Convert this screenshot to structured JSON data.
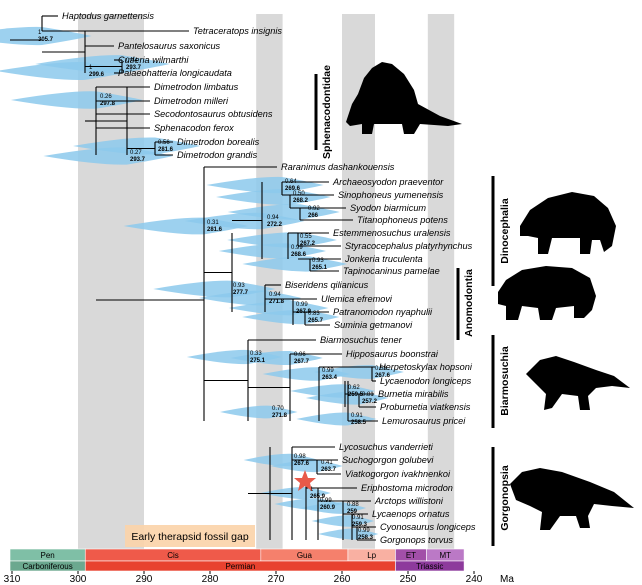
{
  "axis": {
    "unit": "Ma",
    "ticks": [
      310,
      300,
      290,
      280,
      270,
      260,
      250,
      240
    ]
  },
  "timescale": {
    "epochs": [
      {
        "label": "Pen",
        "from": 312,
        "to": 298.9,
        "color": "#7fbfa6"
      },
      {
        "label": "Cis",
        "from": 298.9,
        "to": 272.3,
        "color": "#ef5a4a"
      },
      {
        "label": "Gua",
        "from": 272.3,
        "to": 259.1,
        "color": "#f5806c"
      },
      {
        "label": "Lp",
        "from": 259.1,
        "to": 251.9,
        "color": "#f9b0a2"
      },
      {
        "label": "ET",
        "from": 251.9,
        "to": 247.2,
        "color": "#a24fa8"
      },
      {
        "label": "MT",
        "from": 247.2,
        "to": 241.5,
        "color": "#bb79c6"
      }
    ],
    "periods": [
      {
        "label": "Carboniferous",
        "from": 312,
        "to": 298.9,
        "color": "#6ba88f"
      },
      {
        "label": "Permian",
        "from": 298.9,
        "to": 251.9,
        "color": "#e8422f"
      },
      {
        "label": "Triassic",
        "from": 251.9,
        "to": 241.5,
        "color": "#8d3a9c"
      }
    ]
  },
  "gap_label": "Early therapsid fossil gap",
  "taxa": [
    "Haptodus garnettensis",
    "Tetraceratops insignis",
    "Pantelosaurus saxonicus",
    "Cutleria wilmarthi",
    "Palaeohatteria longicaudata",
    "Dimetrodon limbatus",
    "Dimetrodon milleri",
    "Secodontosaurus obtusidens",
    "Sphenacodon ferox",
    "Dimetrodon borealis",
    "Dimetrodon grandis",
    "Raranimus dashankouensis",
    "Archaeosyodon praeventor",
    "Sinophoneus yumenensis",
    "Syodon biarmicum",
    "Titanophoneus potens",
    "Estemmenosuchus uralensis",
    "Styracocephalus platyrhynchus",
    "Jonkeria truculenta",
    "Tapinocaninus pamelae",
    "Biseridens qilianicus",
    "Ulemica efremovi",
    "Patranomodon nyaphulii",
    "Suminia getmanovi",
    "Biarmosuchus tener",
    "Hipposaurus boonstrai",
    "Herpetoskylax hopsoni",
    "Lycaenodon longiceps",
    "Burnetia mirabilis",
    "Proburnetia viatkensis",
    "Lemurosaurus pricei",
    "Lycosuchus vanderrieti",
    "Suchogorgon golubevi",
    "Viatkogorgon ivakhnenkoi",
    "Eriphostoma microdon",
    "Arctops willistoni",
    "Lycaenops ornatus",
    "Cyonosaurus longiceps",
    "Gorgonops torvus"
  ],
  "nodes": [
    {
      "p": "1",
      "a": "305.7"
    },
    {
      "p": "1",
      "a": "299.6"
    },
    {
      "p": "0.44",
      "a": "293.7"
    },
    {
      "p": "0.26",
      "a": "297.8"
    },
    {
      "p": "0.27",
      "a": "293.7"
    },
    {
      "p": "0.56",
      "a": "281.6"
    },
    {
      "p": "0.31",
      "a": "281.6"
    },
    {
      "p": "0.93",
      "a": "277.7"
    },
    {
      "p": "0.94",
      "a": "272.2"
    },
    {
      "p": "0.64",
      "a": "269.6"
    },
    {
      "p": "0.50",
      "a": "268.2"
    },
    {
      "p": "0.92",
      "a": "266"
    },
    {
      "p": "0.55",
      "a": "267.2"
    },
    {
      "p": "0.99",
      "a": "268.6"
    },
    {
      "p": "0.93",
      "a": "265.1"
    },
    {
      "p": "0.94",
      "a": "271.8"
    },
    {
      "p": "0.99",
      "a": "267.9"
    },
    {
      "p": "0.83",
      "a": "265.7"
    },
    {
      "p": "0.33",
      "a": "275.1"
    },
    {
      "p": "0.96",
      "a": "267.7"
    },
    {
      "p": "0.53",
      "a": "267.6"
    },
    {
      "p": "0.99",
      "a": "263.4"
    },
    {
      "p": "0.62",
      "a": "259.5"
    },
    {
      "p": "0.81",
      "a": "257.2"
    },
    {
      "p": "0.91",
      "a": "258.5"
    },
    {
      "p": "0.70",
      "a": "271.8"
    },
    {
      "p": "0.98",
      "a": "267.6"
    },
    {
      "p": "0.41",
      "a": "263.7"
    },
    {
      "p": "1",
      "a": "265.9"
    },
    {
      "p": "0.99",
      "a": "260.9"
    },
    {
      "p": "0.88",
      "a": "259"
    },
    {
      "p": "0.91",
      "a": "259.3"
    },
    {
      "p": "0.99",
      "a": "258.3"
    }
  ],
  "groups": [
    "Sphenacodontidae",
    "Dinocephalia",
    "Anomodontia",
    "Biarmosuchia",
    "Gorgonopsia"
  ],
  "colors": {
    "ci": "#8cc9ec",
    "gap": "#d9d9d9",
    "star": "#e85a4a",
    "branch": "#000000"
  }
}
